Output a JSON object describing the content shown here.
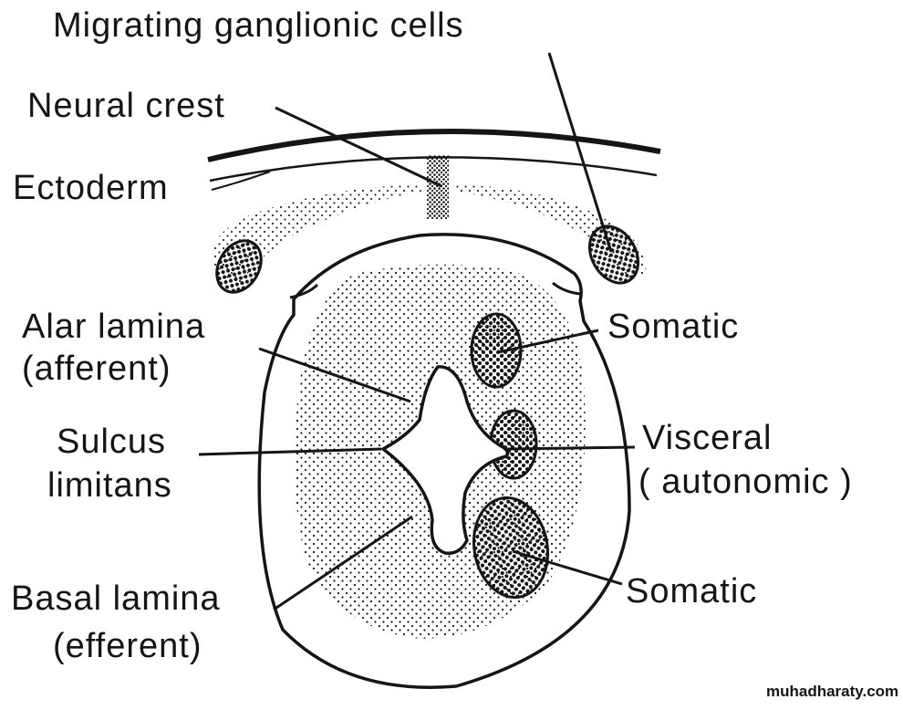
{
  "labels": {
    "migrating": "Migrating ganglionic cells",
    "neural_crest": "Neural crest",
    "ectoderm": "Ectoderm",
    "alar_1": "Alar lamina",
    "alar_2": "(afferent)",
    "sulcus_1": "Sulcus",
    "sulcus_2": "limitans",
    "basal_1": "Basal lamina",
    "basal_2": "(efferent)",
    "somatic_top": "Somatic",
    "visceral_1": "Visceral",
    "visceral_2": "( autonomic )",
    "somatic_bottom": "Somatic"
  },
  "watermark": "muhadharaty.com",
  "colors": {
    "ink": "#151515",
    "paper": "#ffffff"
  }
}
